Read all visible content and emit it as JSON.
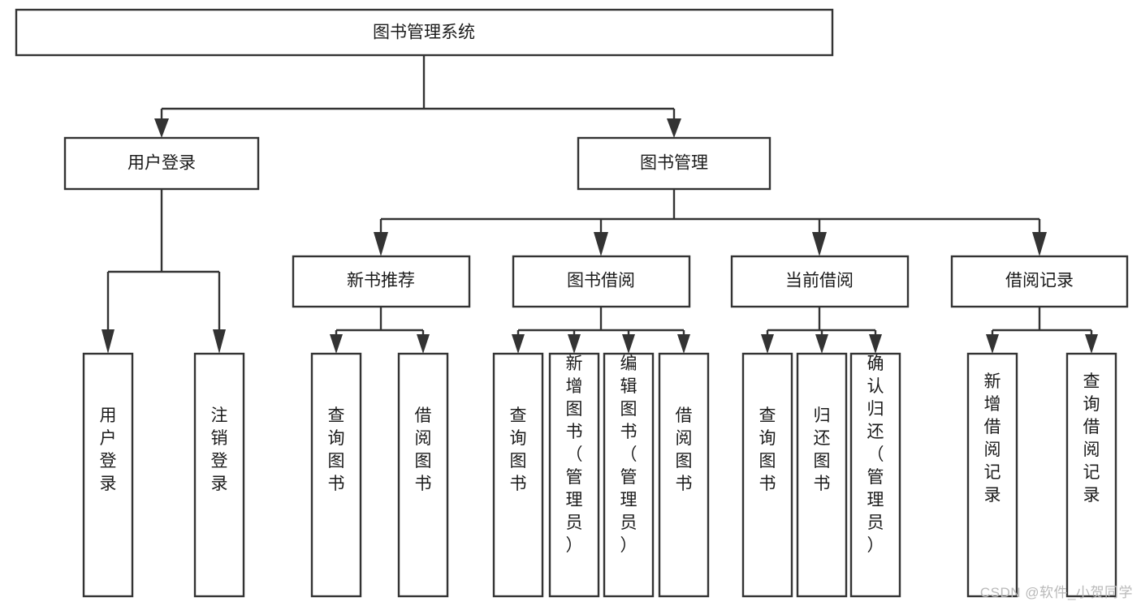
{
  "diagram": {
    "type": "tree-hierarchy-chart",
    "title": "图书管理系统",
    "orientation": "top-down",
    "colors": {
      "box_fill": "#ffffff",
      "box_stroke": "#333333",
      "text": "#1b1b1b",
      "watermark": "#b9b9b9",
      "background": "#ffffff"
    },
    "levels": [
      {
        "level": 0,
        "nodes": [
          {
            "id": "root",
            "label": "图书管理系统",
            "orientation": "horizontal"
          }
        ]
      },
      {
        "level": 1,
        "nodes": [
          {
            "id": "user-login",
            "label": "用户登录",
            "orientation": "horizontal",
            "parent": "root"
          },
          {
            "id": "book-manage",
            "label": "图书管理",
            "orientation": "horizontal",
            "parent": "root"
          }
        ]
      },
      {
        "level": 2,
        "nodes": [
          {
            "id": "new-book-rec",
            "label": "新书推荐",
            "orientation": "horizontal",
            "parent": "book-manage"
          },
          {
            "id": "book-borrow",
            "label": "图书借阅",
            "orientation": "horizontal",
            "parent": "book-manage"
          },
          {
            "id": "current-borrow",
            "label": "当前借阅",
            "orientation": "horizontal",
            "parent": "book-manage"
          },
          {
            "id": "borrow-record",
            "label": "借阅记录",
            "orientation": "horizontal",
            "parent": "book-manage"
          }
        ]
      },
      {
        "level": 3,
        "nodes": [
          {
            "id": "leaf-user-login",
            "label": "用户登录",
            "orientation": "vertical",
            "parent": "user-login"
          },
          {
            "id": "leaf-logout",
            "label": "注销登录",
            "orientation": "vertical",
            "parent": "user-login"
          },
          {
            "id": "leaf-query-book-1",
            "label": "查询图书",
            "orientation": "vertical",
            "parent": "new-book-rec"
          },
          {
            "id": "leaf-borrow-book-1",
            "label": "借阅图书",
            "orientation": "vertical",
            "parent": "new-book-rec"
          },
          {
            "id": "leaf-query-book-2",
            "label": "查询图书",
            "orientation": "vertical",
            "parent": "book-borrow"
          },
          {
            "id": "leaf-add-book",
            "label": "新增图书（管理员）",
            "orientation": "vertical",
            "parent": "book-borrow"
          },
          {
            "id": "leaf-edit-book",
            "label": "编辑图书（管理员）",
            "orientation": "vertical",
            "parent": "book-borrow"
          },
          {
            "id": "leaf-borrow-book-2",
            "label": "借阅图书",
            "orientation": "vertical",
            "parent": "book-borrow"
          },
          {
            "id": "leaf-query-book-3",
            "label": "查询图书",
            "orientation": "vertical",
            "parent": "current-borrow"
          },
          {
            "id": "leaf-return-book",
            "label": "归还图书",
            "orientation": "vertical",
            "parent": "current-borrow"
          },
          {
            "id": "leaf-confirm-return",
            "label": "确认归还（管理员）",
            "orientation": "vertical",
            "parent": "current-borrow"
          },
          {
            "id": "leaf-add-record",
            "label": "新增借阅记录",
            "orientation": "vertical",
            "parent": "borrow-record"
          },
          {
            "id": "leaf-query-record",
            "label": "查询借阅记录",
            "orientation": "vertical",
            "parent": "borrow-record"
          }
        ]
      }
    ],
    "watermark": "CSDN @软件_小贺同学"
  }
}
